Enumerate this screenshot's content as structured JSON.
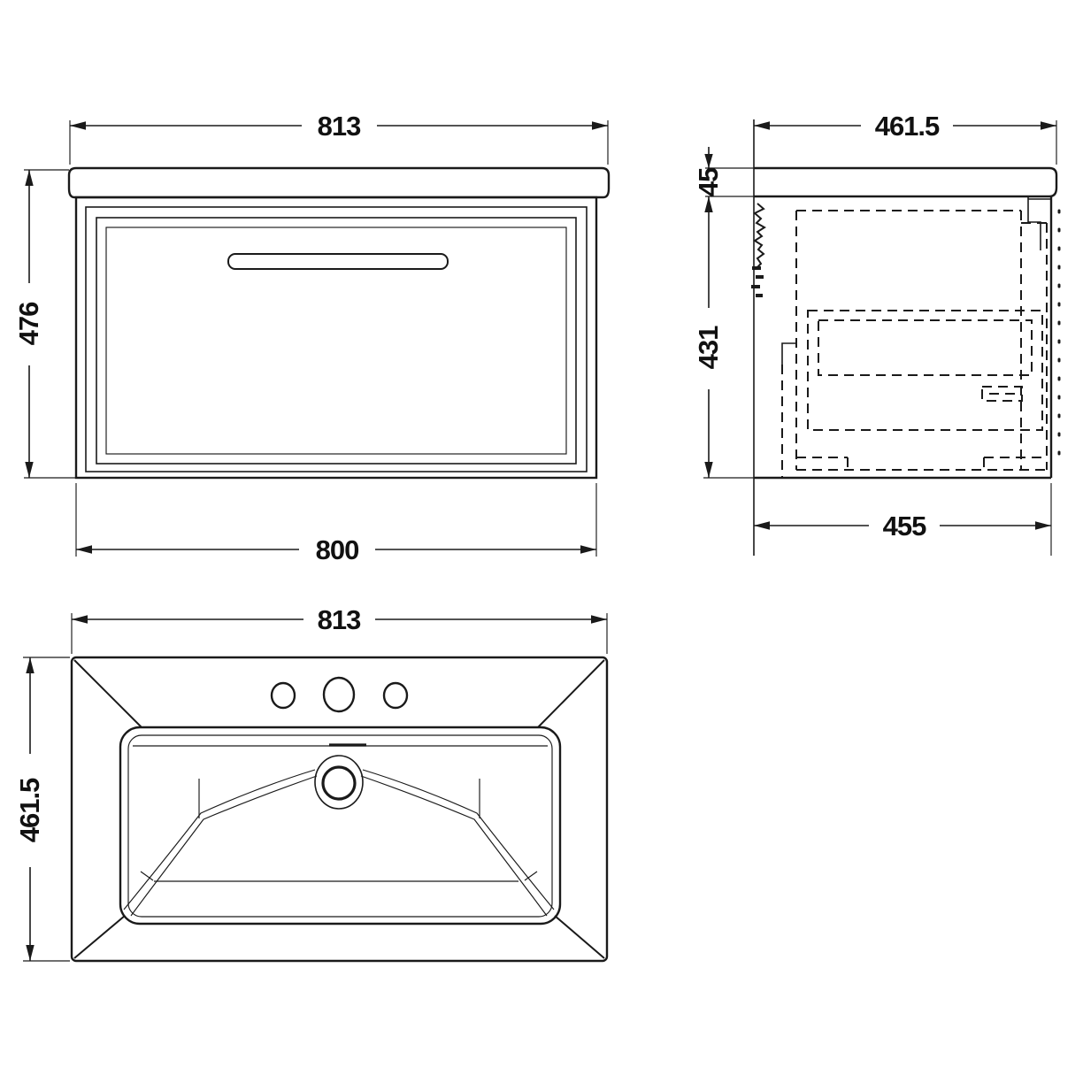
{
  "drawing": {
    "type": "technical-orthographic-drawing",
    "subject": "wall-hung vanity unit with basin",
    "colors": {
      "line": "#1a1a1a",
      "background": "#ffffff"
    },
    "views": {
      "front": {
        "dims": {
          "width_top": "813",
          "height": "476",
          "width_bottom": "800"
        }
      },
      "side": {
        "dims": {
          "depth_top": "461.5",
          "basin_height": "45",
          "cabinet_height": "431",
          "depth_bottom": "455"
        }
      },
      "plan": {
        "dims": {
          "width": "813",
          "depth": "461.5"
        }
      }
    }
  }
}
